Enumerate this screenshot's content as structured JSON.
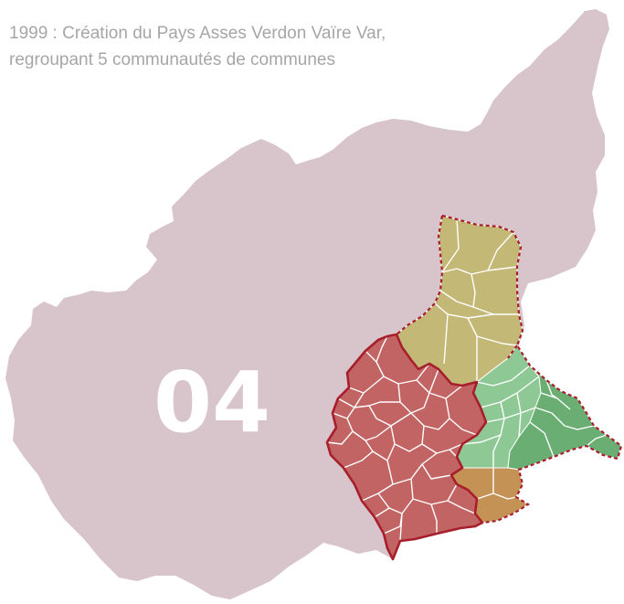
{
  "caption": {
    "line1": "1999 : Création du Pays Asses Verdon Vaïre Var,",
    "line2": "regroupant 5 communautés de communes"
  },
  "department": {
    "code": "04"
  },
  "colors": {
    "department_fill": "#d8c4cb",
    "communaute_west": "#c36464",
    "communaute_north": "#c4b877",
    "communaute_east_light": "#8ec995",
    "communaute_east_dark": "#6aae74",
    "communaute_south": "#c49254",
    "pays_border": "#a71f2c",
    "commune_lines": "#ffffff",
    "caption_text": "#a6a6a6",
    "code_text": "#ffffff"
  },
  "legend": {
    "communautes_count": 5
  }
}
